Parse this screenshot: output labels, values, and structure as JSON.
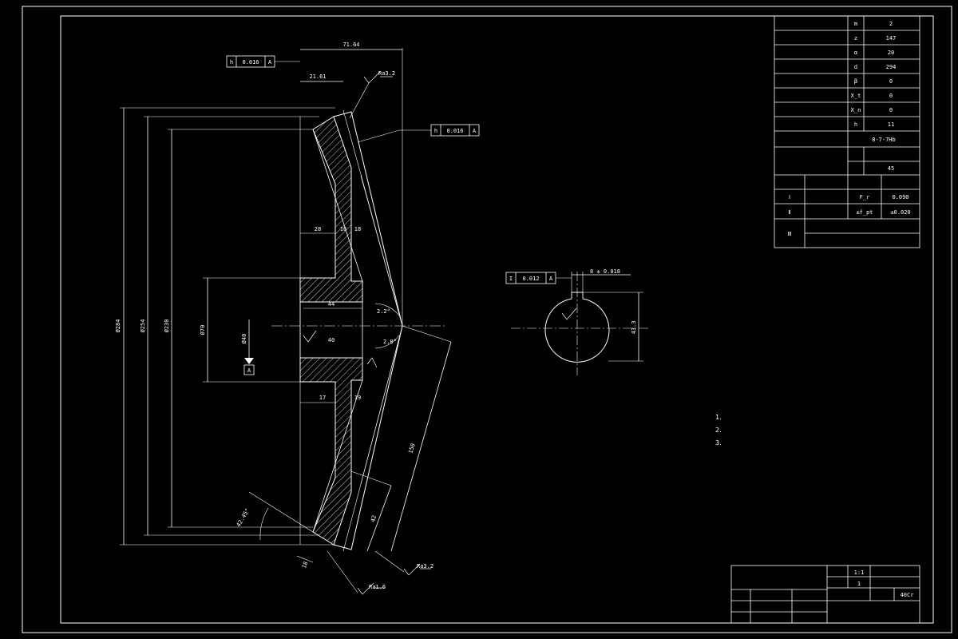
{
  "params": {
    "rows": [
      {
        "sym": "m",
        "val": "2"
      },
      {
        "sym": "z",
        "val": "147"
      },
      {
        "sym": "α",
        "val": "20"
      },
      {
        "sym": "d",
        "val": "294"
      },
      {
        "sym": "β",
        "val": "0"
      },
      {
        "sym": "X_t",
        "val": "0"
      },
      {
        "sym": "X_n",
        "val": "0"
      },
      {
        "sym": "h",
        "val": "11"
      }
    ],
    "accuracy_value": "8-7-7Hb",
    "mate_count": "45",
    "tol_rows": [
      {
        "group": "Ⅰ",
        "code": "F_r",
        "val": "0.090"
      },
      {
        "group": "Ⅱ",
        "code": "±f_pt",
        "val": "±0.020"
      },
      {
        "group": "Ⅲ",
        "code": "",
        "val": ""
      }
    ]
  },
  "title_block": {
    "scale_value": "1:1",
    "qty_value": "1",
    "material_value": "40Cr"
  },
  "notes": {
    "items": [
      "1.",
      "2.",
      "3."
    ]
  },
  "dims": {
    "width_top": "71.64",
    "width_sub": "21.61",
    "d_outer": "Ø284",
    "d_2": "Ø254",
    "d_3": "Ø230",
    "d_4": "Ø70",
    "bore": "Ø40",
    "len_18": "18",
    "len_17": "17",
    "len_44": "44",
    "len_40": "40",
    "len_42": "42",
    "len_150": "150",
    "len_28": "28",
    "len_16": "16",
    "len_19": "19",
    "angle_1": "42.45°",
    "angle_2": "2.2°",
    "angle_3": "2.8°",
    "r_ra32": "Ra3.2",
    "r_ra16": "Ra1.6",
    "keyway": "8 ± 0.018",
    "keyway_depth": "43.3",
    "datum": "A",
    "fcf_1_val": "0.016",
    "fcf_2_val": "0.016",
    "fcf_3_val": "0.012"
  }
}
